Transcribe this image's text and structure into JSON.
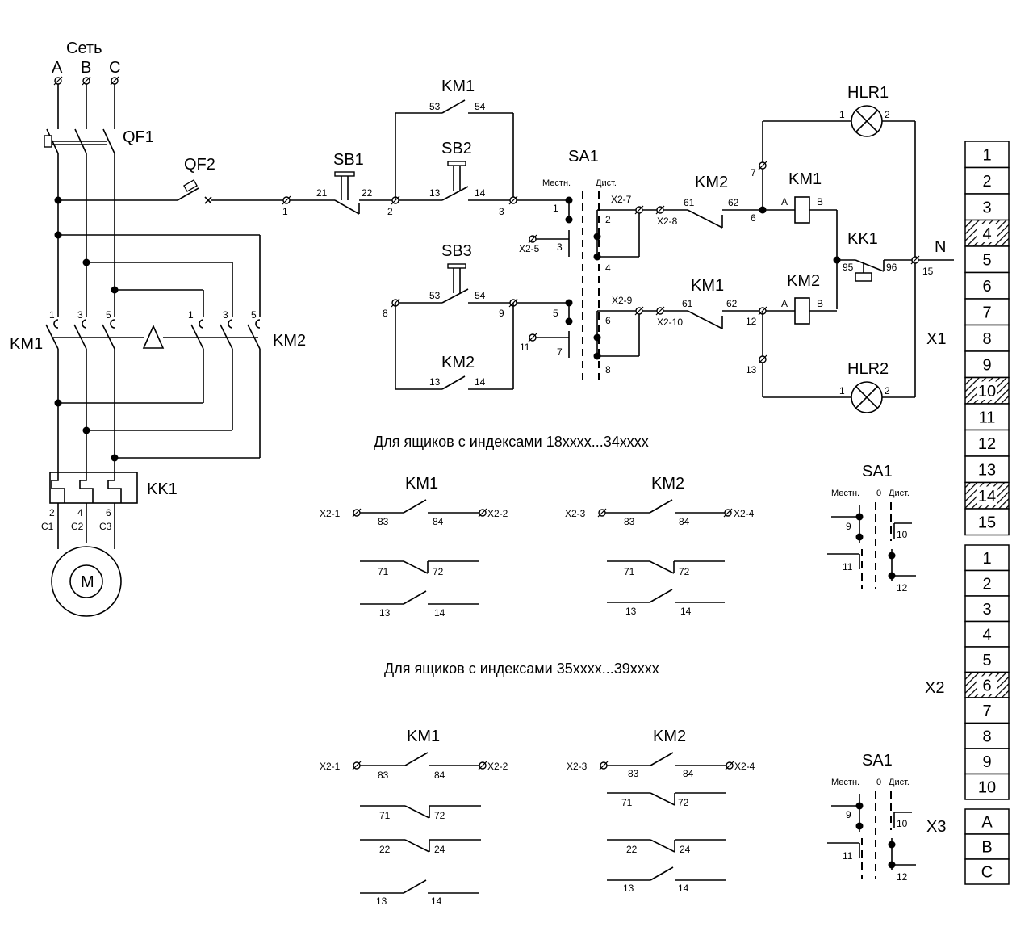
{
  "labels": {
    "net": "Сеть",
    "phase_a": "A",
    "phase_b": "B",
    "phase_c": "C",
    "qf1": "QF1",
    "qf2": "QF2",
    "sb1": "SB1",
    "sb2": "SB2",
    "sb3": "SB3",
    "sa1": "SA1",
    "km1": "KM1",
    "km2": "KM2",
    "kk1": "KK1",
    "hlr1": "HLR1",
    "hlr2": "HLR2",
    "n": "N",
    "x1": "X1",
    "x2": "X2",
    "x3": "X3",
    "motor": "M",
    "mestn": "Местн.",
    "dist": "Дист.",
    "zero": "0",
    "coil_a": "A",
    "coil_b": "B",
    "note_1": "Для ящиков с индексами 18xxxx...34xxxx",
    "note_2": "Для ящиков с индексами 35xxxx...39xxxx"
  },
  "pins": {
    "p1": "1",
    "p2": "2",
    "p3": "3",
    "p4": "4",
    "p5": "5",
    "p6": "6",
    "p7": "7",
    "p8": "8",
    "p9": "9",
    "p10": "10",
    "p11": "11",
    "p12": "12",
    "p13": "13",
    "p14": "14",
    "p15": "15",
    "p21": "21",
    "p22": "22",
    "p53": "53",
    "p54": "54",
    "p61": "61",
    "p62": "62",
    "p71": "71",
    "p72": "72",
    "p83": "83",
    "p84": "84",
    "p95": "95",
    "p96": "96",
    "p24": "24",
    "c1": "C1",
    "c2": "C2",
    "c3": "C3",
    "x2_1": "X2-1",
    "x2_2": "X2-2",
    "x2_3": "X2-3",
    "x2_4": "X2-4",
    "x2_5": "X2-5",
    "x2_7": "X2-7",
    "x2_8": "X2-8",
    "x2_9": "X2-9",
    "x2_10": "X2-10"
  },
  "terminal_strips": {
    "x1": [
      {
        "label": "1",
        "hatched": false
      },
      {
        "label": "2",
        "hatched": false
      },
      {
        "label": "3",
        "hatched": false
      },
      {
        "label": "4",
        "hatched": true
      },
      {
        "label": "5",
        "hatched": false
      },
      {
        "label": "6",
        "hatched": false
      },
      {
        "label": "7",
        "hatched": false
      },
      {
        "label": "8",
        "hatched": false
      },
      {
        "label": "9",
        "hatched": false
      },
      {
        "label": "10",
        "hatched": true
      },
      {
        "label": "11",
        "hatched": false
      },
      {
        "label": "12",
        "hatched": false
      },
      {
        "label": "13",
        "hatched": false
      },
      {
        "label": "14",
        "hatched": true
      },
      {
        "label": "15",
        "hatched": false
      }
    ],
    "x2": [
      {
        "label": "1",
        "hatched": false
      },
      {
        "label": "2",
        "hatched": false
      },
      {
        "label": "3",
        "hatched": false
      },
      {
        "label": "4",
        "hatched": false
      },
      {
        "label": "5",
        "hatched": false
      },
      {
        "label": "6",
        "hatched": true
      },
      {
        "label": "7",
        "hatched": false
      },
      {
        "label": "8",
        "hatched": false
      },
      {
        "label": "9",
        "hatched": false
      },
      {
        "label": "10",
        "hatched": false
      }
    ],
    "x3": [
      {
        "label": "A",
        "hatched": false
      },
      {
        "label": "B",
        "hatched": false
      },
      {
        "label": "C",
        "hatched": false
      }
    ]
  }
}
